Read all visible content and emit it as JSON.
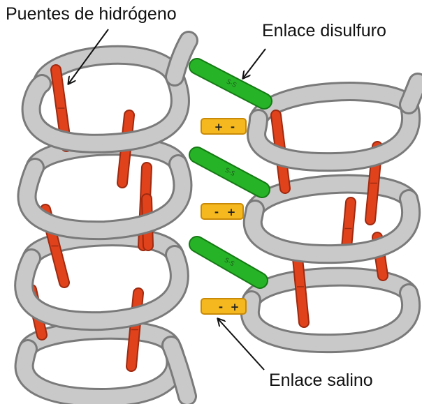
{
  "labels": {
    "hydrogen_bonds": "Puentes de hidrógeno",
    "disulfide_bond": "Enlace disulfuro",
    "salt_bond": "Enlace salino"
  },
  "disulfide_bonds": [
    {
      "text": "S-S"
    },
    {
      "text": "S-S"
    },
    {
      "text": "S-S"
    }
  ],
  "salt_bridges": [
    {
      "left": "+",
      "right": "-"
    },
    {
      "left": "-",
      "right": "+"
    },
    {
      "left": "-",
      "right": "+"
    }
  ],
  "colors": {
    "helix_fill": "#c9c9c9",
    "helix_stroke": "#7a7a7a",
    "hbond": "#e0421c",
    "hbond_dark": "#9e2a10",
    "disulfide": "#27b327",
    "disulfide_dark": "#157a15",
    "salt": "#f5b81e",
    "salt_dark": "#c98a08"
  }
}
